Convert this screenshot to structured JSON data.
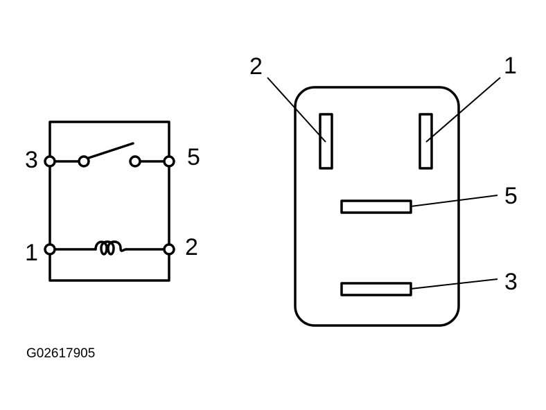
{
  "schematic": {
    "terminal_labels": {
      "t3": "3",
      "t5": "5",
      "t1": "1",
      "t2": "2"
    }
  },
  "connector": {
    "pin_labels": {
      "p2": "2",
      "p1": "1",
      "p5": "5",
      "p3": "3"
    }
  },
  "figure_code": "G02617905"
}
